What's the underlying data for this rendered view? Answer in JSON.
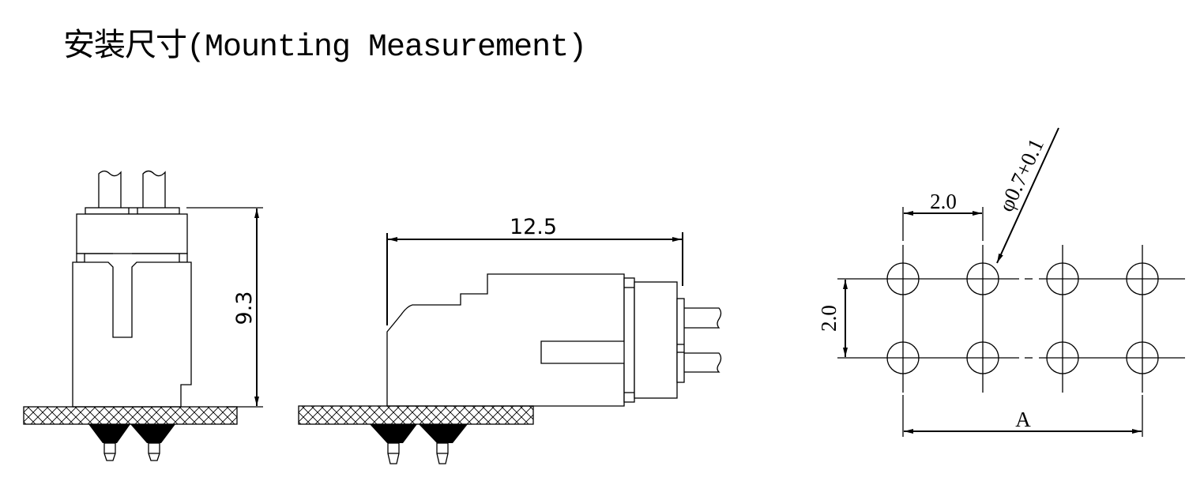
{
  "title": "安装尺寸(Mounting Measurement)",
  "side_view": {
    "height_dim": "9.3"
  },
  "front_view": {
    "length_dim": "12.5"
  },
  "hole_layout": {
    "pitch_x_dim": "2.0",
    "pitch_y_dim": "2.0",
    "hole_dia_dim": "φ0.7+0.1",
    "width_dim": "A",
    "rows": 2,
    "columns": 4
  }
}
